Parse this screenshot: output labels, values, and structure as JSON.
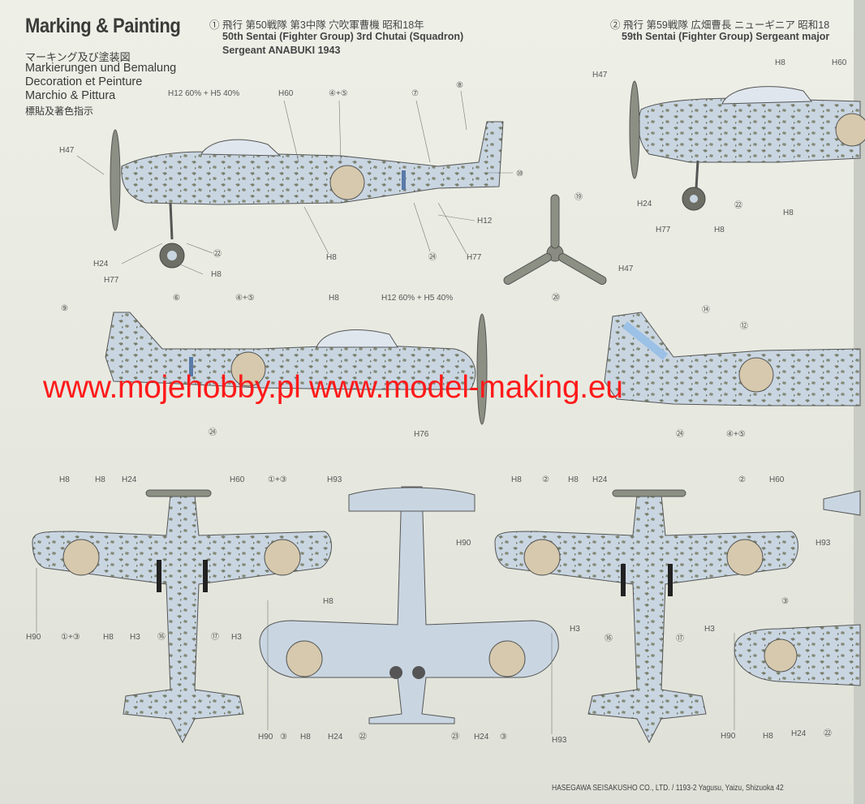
{
  "header": {
    "title": "Marking & Painting",
    "subtitles": [
      "マーキング及び塗装図",
      "Markierungen und Bemalung",
      "Decoration et Peinture",
      "Marchio & Pittura",
      "標貼及著色指示"
    ]
  },
  "aircraft": [
    {
      "num": "①",
      "jp": "飛行 第50戦隊 第3中隊 穴吹軍曹機 昭和18年",
      "en1": "50th Sentai (Fighter Group) 3rd Chutai (Squadron)",
      "en2": "Sergeant ANABUKI 1943"
    },
    {
      "num": "②",
      "jp": "飛行 第59戦隊 広畑曹長 ニューギニア 昭和18",
      "en1": "59th Sentai (Fighter Group) Sergeant major"
    }
  ],
  "paint_labels": {
    "mix": "H12 60% + H5 40%",
    "codes": [
      "H8",
      "H12",
      "H24",
      "H47",
      "H60",
      "H77",
      "H76",
      "H90",
      "H93",
      "H3",
      "H5"
    ]
  },
  "callouts": {
    "c1": "④+⑤",
    "c2": "⑦",
    "c3": "⑧",
    "c4": "⑩",
    "c5": "㉒",
    "c6": "㉔",
    "c7": "⑲",
    "c8": "⑳",
    "c9": "⑨",
    "c10": "⑥",
    "c11": "⑭",
    "c12": "⑫",
    "c13": "①+③",
    "c14": "⑯",
    "c15": "⑰",
    "c16": "②",
    "c17": "③",
    "c18": "㉓"
  },
  "watermark": "www.mojehobby.pl www.model-making.eu",
  "footer": "HASEGAWA SEISAKUSHO CO., LTD. / 1193-2 Yagusu, Yaizu, Shizuoka 42"
}
